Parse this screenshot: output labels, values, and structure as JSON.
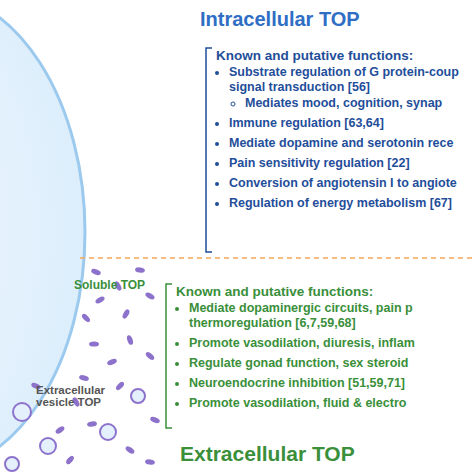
{
  "diagram": {
    "labels": [
      "Intracellular TOP",
      "Known and putative functions:",
      "Substrate regulation of G protein-coup",
      "signal transduction [56]",
      "Mediates mood, cognition, synap",
      "Immune regulation [63,64]",
      "Mediate dopamine and serotonin rece",
      "Pain sensitivity regulation [22]",
      "Conversion of angiotensin I to angiote",
      "Regulation of energy metabolism [67]",
      "Soluble TOP",
      "Known and putative functions:",
      "Mediate dopaminergic circuits, pain p",
      "thermoregulation [6,7,59,68]",
      "Promote vasodilation, diuresis, inflam",
      "Regulate gonad function, sex steroid",
      "Neuroendocrine inhibition [51,59,71]",
      "Promote vasodilation, fluid & electro",
      "Extracellular vesicle TOP",
      "Extracellular TOP"
    ]
  }
}
